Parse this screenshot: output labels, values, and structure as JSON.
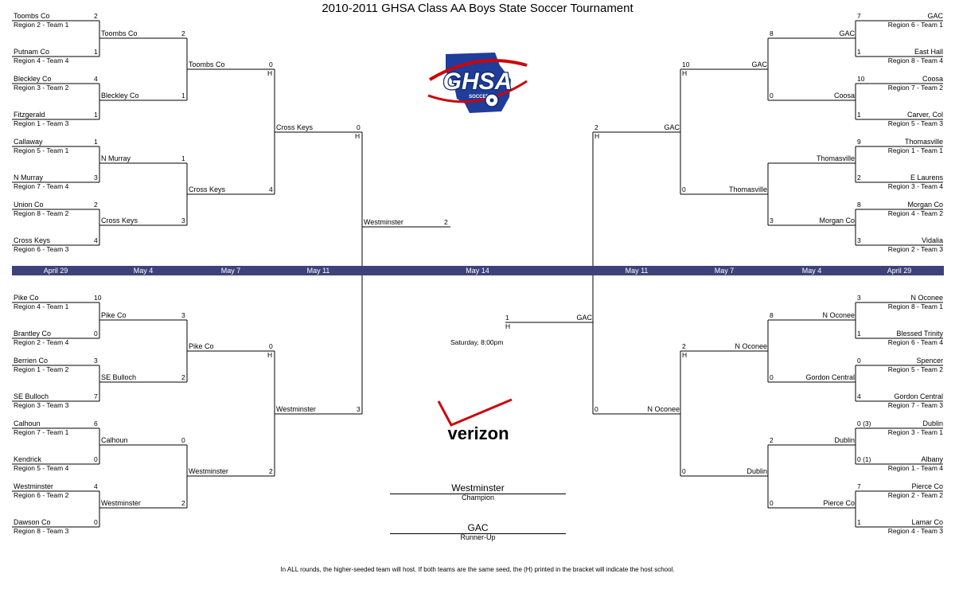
{
  "title": "2010-2011 GHSA Class AA Boys State Soccer Tournament",
  "dates_left": [
    "April 29",
    "May 4",
    "May 7",
    "May 11"
  ],
  "date_center": "May 14",
  "dates_right": [
    "May 11",
    "May 7",
    "May 4",
    "April 29"
  ],
  "host_marker": "H",
  "game_time": "Saturday, 8:00pm",
  "champion": {
    "team": "Westminster",
    "caption": "Champion"
  },
  "runner_up": {
    "team": "GAC",
    "caption": "Runner-Up"
  },
  "footer": "In ALL rounds, the higher-seeded team will host.  If both teams are the same seed, the (H) printed in the bracket will indicate the host school.",
  "logos": {
    "ghsa_text": "GHSA",
    "ghsa_sub": "SOCCER",
    "verizon_text": "verizon",
    "brand_red": "#cd040b",
    "ghsa_blue": "#1f3d99"
  },
  "round1_left": [
    {
      "team": "Toombs Co",
      "region": "Region 2 - Team 1",
      "score": "2"
    },
    {
      "team": "Putnam Co",
      "region": "Region 4 - Team 4",
      "score": "1"
    },
    {
      "team": "Bleckley Co",
      "region": "Region 3 - Team 2",
      "score": "4"
    },
    {
      "team": "Fitzgerald",
      "region": "Region 1 - Team 3",
      "score": "1"
    },
    {
      "team": "Callaway",
      "region": "Region 5 - Team 1",
      "score": "1"
    },
    {
      "team": "N Murray",
      "region": "Region 7 - Team 4",
      "score": "3"
    },
    {
      "team": "Union Co",
      "region": "Region 8 - Team 2",
      "score": "2"
    },
    {
      "team": "Cross Keys",
      "region": "Region 6 - Team 3",
      "score": "4"
    },
    {
      "team": "Pike Co",
      "region": "Region 4 - Team 1",
      "score": "10"
    },
    {
      "team": "Brantley Co",
      "region": "Region 2 - Team 4",
      "score": "0"
    },
    {
      "team": "Berrien Co",
      "region": "Region 1 - Team 2",
      "score": "3"
    },
    {
      "team": "SE Bulloch",
      "region": "Region 3 - Team 3",
      "score": "7"
    },
    {
      "team": "Calhoun",
      "region": "Region 7 - Team 1",
      "score": "6"
    },
    {
      "team": "Kendrick",
      "region": "Region 5 - Team 4",
      "score": "0"
    },
    {
      "team": "Westminster",
      "region": "Region 6 - Team 2",
      "score": "4"
    },
    {
      "team": "Dawson Co",
      "region": "Region 8 - Team 3",
      "score": "0"
    }
  ],
  "round2_left": [
    {
      "team": "Toombs Co",
      "score": "2"
    },
    {
      "team": "Bleckley Co",
      "score": "1"
    },
    {
      "team": "N Murray",
      "score": "1"
    },
    {
      "team": "Cross Keys",
      "score": "3"
    },
    {
      "team": "Pike Co",
      "score": "3"
    },
    {
      "team": "SE Bulloch",
      "score": "2"
    },
    {
      "team": "Calhoun",
      "score": "0"
    },
    {
      "team": "Westminster",
      "score": "2"
    }
  ],
  "round3_left": [
    {
      "team": "Toombs Co",
      "score": "0",
      "host": true
    },
    {
      "team": "Cross Keys",
      "score": "4"
    },
    {
      "team": "Pike Co",
      "score": "0",
      "host": true
    },
    {
      "team": "Westminster",
      "score": "2"
    }
  ],
  "round4_left": [
    {
      "team": "Cross Keys",
      "score": "0",
      "host": true
    },
    {
      "team": "Westminster",
      "score": "3"
    }
  ],
  "final_left": {
    "team": "Westminster",
    "score": "2"
  },
  "final_right": {
    "team": "GAC",
    "score": "1",
    "host": true
  },
  "round1_right": [
    {
      "team": "GAC",
      "region": "Region 6 - Team 1",
      "score": "7"
    },
    {
      "team": "East Hall",
      "region": "Region 8 - Team 4",
      "score": "1"
    },
    {
      "team": "Coosa",
      "region": "Region 7 - Team 2",
      "score": "10"
    },
    {
      "team": "Carver, Col",
      "region": "Region 5 - Team 3",
      "score": "1"
    },
    {
      "team": "Thomasville",
      "region": "Region 1 - Team 1",
      "score": "9"
    },
    {
      "team": "E Laurens",
      "region": "Region 3 - Team 4",
      "score": "2"
    },
    {
      "team": "Morgan Co",
      "region": "Region 4 - Team 2",
      "score": "8"
    },
    {
      "team": "Vidalia",
      "region": "Region 2 - Team 3",
      "score": "3"
    },
    {
      "team": "N Oconee",
      "region": "Region 8 - Team 1",
      "score": "3"
    },
    {
      "team": "Blessed Trinity",
      "region": "Region 6 - Team 4",
      "score": "1"
    },
    {
      "team": "Spencer",
      "region": "Region 5 - Team 2",
      "score": "0"
    },
    {
      "team": "Gordon Central",
      "region": "Region 7 - Team 3",
      "score": "4"
    },
    {
      "team": "Dublin",
      "region": "Region 3 - Team 1",
      "score": "0 (3)"
    },
    {
      "team": "Albany",
      "region": "Region 1 - Team 4",
      "score": "0 (1)"
    },
    {
      "team": "Pierce Co",
      "region": "Region 2 - Team 2",
      "score": "7"
    },
    {
      "team": "Lamar Co",
      "region": "Region 4 - Team 3",
      "score": "1"
    }
  ],
  "round2_right": [
    {
      "team": "GAC",
      "score": "8"
    },
    {
      "team": "Coosa",
      "score": "0"
    },
    {
      "team": "Thomasville",
      "score": ""
    },
    {
      "team": "Morgan Co",
      "score": "3"
    },
    {
      "team": "N Oconee",
      "score": "8"
    },
    {
      "team": "Gordon Central",
      "score": "0"
    },
    {
      "team": "Dublin",
      "score": "2"
    },
    {
      "team": "Pierce Co",
      "score": "0"
    }
  ],
  "round3_right": [
    {
      "team": "GAC",
      "score": "10",
      "host": true
    },
    {
      "team": "Thomasville",
      "score": "0"
    },
    {
      "team": "N Oconee",
      "score": "2",
      "host": true
    },
    {
      "team": "Dublin",
      "score": "0"
    }
  ],
  "round4_right": [
    {
      "team": "GAC",
      "score": "2",
      "host": true
    },
    {
      "team": "N Oconee",
      "score": "0"
    }
  ]
}
